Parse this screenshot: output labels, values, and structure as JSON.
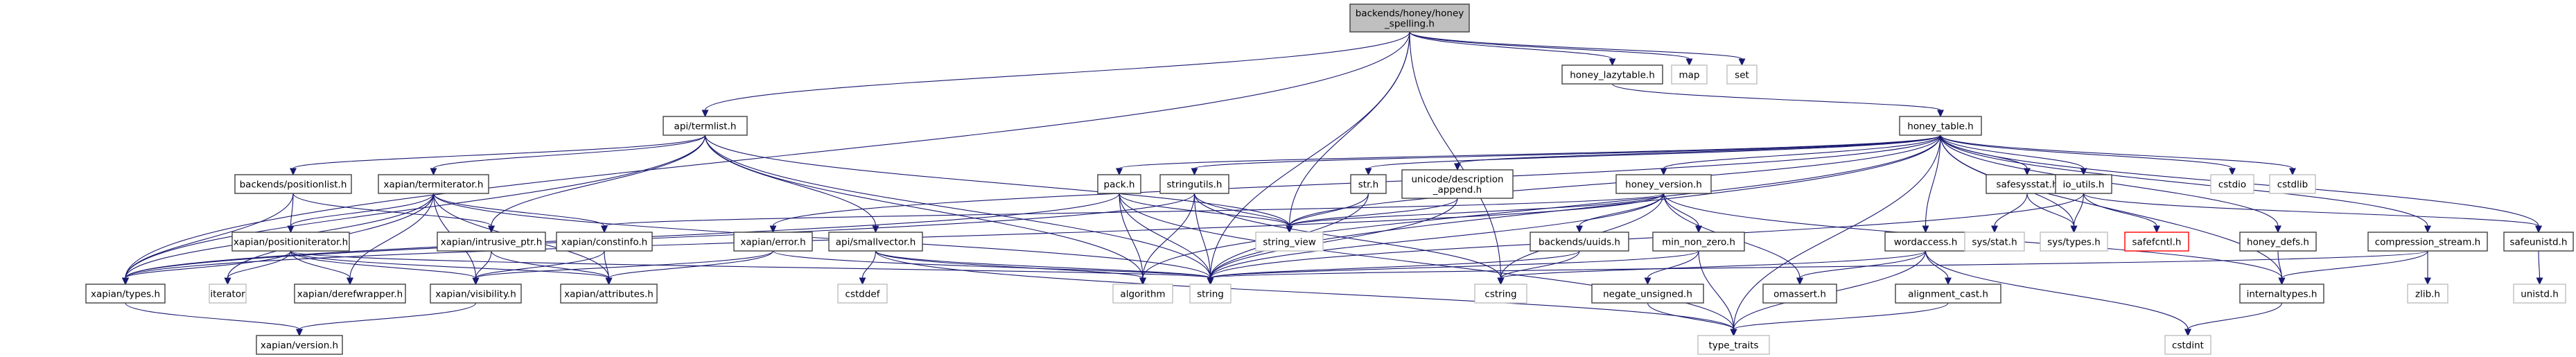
{
  "title": "Include dependency graph for backends/honey/honey_spelling.h",
  "colors": {
    "edge": "#191970",
    "root_fill": "#bfbfbf",
    "node_border": "#404040",
    "external_border": "#bfbfbf",
    "missing_border": "#ff0000"
  },
  "nodes": [
    {
      "id": "root",
      "label": [
        "backends/honey/honey",
        "_spelling.h"
      ],
      "kind": "root"
    },
    {
      "id": "honey_lazytable",
      "label": [
        "honey_lazytable.h"
      ],
      "kind": "internal"
    },
    {
      "id": "map",
      "label": [
        "map"
      ],
      "kind": "external"
    },
    {
      "id": "set",
      "label": [
        "set"
      ],
      "kind": "external"
    },
    {
      "id": "termlist",
      "label": [
        "api/termlist.h"
      ],
      "kind": "internal"
    },
    {
      "id": "honey_table",
      "label": [
        "honey_table.h"
      ],
      "kind": "internal"
    },
    {
      "id": "positionlist",
      "label": [
        "backends/positionlist.h"
      ],
      "kind": "internal"
    },
    {
      "id": "termiterator",
      "label": [
        "xapian/termiterator.h"
      ],
      "kind": "internal"
    },
    {
      "id": "pack",
      "label": [
        "pack.h"
      ],
      "kind": "internal"
    },
    {
      "id": "stringutils",
      "label": [
        "stringutils.h"
      ],
      "kind": "internal"
    },
    {
      "id": "str",
      "label": [
        "str.h"
      ],
      "kind": "internal"
    },
    {
      "id": "unicode_desc",
      "label": [
        "unicode/description",
        "_append.h"
      ],
      "kind": "internal"
    },
    {
      "id": "honey_version",
      "label": [
        "honey_version.h"
      ],
      "kind": "internal"
    },
    {
      "id": "safesysstat",
      "label": [
        "safesysstat.h"
      ],
      "kind": "internal"
    },
    {
      "id": "io_utils",
      "label": [
        "io_utils.h"
      ],
      "kind": "internal"
    },
    {
      "id": "cstdio",
      "label": [
        "cstdio"
      ],
      "kind": "external"
    },
    {
      "id": "cstdlib",
      "label": [
        "cstdlib"
      ],
      "kind": "external"
    },
    {
      "id": "positioniterator",
      "label": [
        "xapian/positioniterator.h"
      ],
      "kind": "internal"
    },
    {
      "id": "intrusive_ptr",
      "label": [
        "xapian/intrusive_ptr.h"
      ],
      "kind": "internal"
    },
    {
      "id": "constinfo",
      "label": [
        "xapian/constinfo.h"
      ],
      "kind": "internal"
    },
    {
      "id": "error",
      "label": [
        "xapian/error.h"
      ],
      "kind": "internal"
    },
    {
      "id": "smallvector",
      "label": [
        "api/smallvector.h"
      ],
      "kind": "internal"
    },
    {
      "id": "string_view",
      "label": [
        "string_view"
      ],
      "kind": "external"
    },
    {
      "id": "uuids",
      "label": [
        "backends/uuids.h"
      ],
      "kind": "internal"
    },
    {
      "id": "min_non_zero",
      "label": [
        "min_non_zero.h"
      ],
      "kind": "internal"
    },
    {
      "id": "wordaccess",
      "label": [
        "wordaccess.h"
      ],
      "kind": "internal"
    },
    {
      "id": "sys_stat",
      "label": [
        "sys/stat.h"
      ],
      "kind": "external"
    },
    {
      "id": "sys_types",
      "label": [
        "sys/types.h"
      ],
      "kind": "external"
    },
    {
      "id": "safefcntl",
      "label": [
        "safefcntl.h"
      ],
      "kind": "missing"
    },
    {
      "id": "honey_defs",
      "label": [
        "honey_defs.h"
      ],
      "kind": "internal"
    },
    {
      "id": "compression_stream",
      "label": [
        "compression_stream.h"
      ],
      "kind": "internal"
    },
    {
      "id": "safeunistd",
      "label": [
        "safeunistd.h"
      ],
      "kind": "internal"
    },
    {
      "id": "xapian_types",
      "label": [
        "xapian/types.h"
      ],
      "kind": "internal"
    },
    {
      "id": "iterator",
      "label": [
        "iterator"
      ],
      "kind": "external"
    },
    {
      "id": "derefwrapper",
      "label": [
        "xapian/derefwrapper.h"
      ],
      "kind": "internal"
    },
    {
      "id": "visibility",
      "label": [
        "xapian/visibility.h"
      ],
      "kind": "internal"
    },
    {
      "id": "attributes",
      "label": [
        "xapian/attributes.h"
      ],
      "kind": "internal"
    },
    {
      "id": "cstddef",
      "label": [
        "cstddef"
      ],
      "kind": "external"
    },
    {
      "id": "algorithm",
      "label": [
        "algorithm"
      ],
      "kind": "external"
    },
    {
      "id": "string",
      "label": [
        "string"
      ],
      "kind": "external"
    },
    {
      "id": "cstring",
      "label": [
        "cstring"
      ],
      "kind": "external"
    },
    {
      "id": "negate_unsigned",
      "label": [
        "negate_unsigned.h"
      ],
      "kind": "internal"
    },
    {
      "id": "omassert",
      "label": [
        "omassert.h"
      ],
      "kind": "internal"
    },
    {
      "id": "alignment_cast",
      "label": [
        "alignment_cast.h"
      ],
      "kind": "internal"
    },
    {
      "id": "internaltypes",
      "label": [
        "internaltypes.h"
      ],
      "kind": "internal"
    },
    {
      "id": "zlib",
      "label": [
        "zlib.h"
      ],
      "kind": "external"
    },
    {
      "id": "unistd",
      "label": [
        "unistd.h"
      ],
      "kind": "external"
    },
    {
      "id": "xapian_version",
      "label": [
        "xapian/version.h"
      ],
      "kind": "internal"
    },
    {
      "id": "type_traits",
      "label": [
        "type_traits"
      ],
      "kind": "external"
    },
    {
      "id": "cstdint",
      "label": [
        "cstdint"
      ],
      "kind": "external"
    }
  ],
  "edges": [
    [
      "root",
      "honey_lazytable"
    ],
    [
      "root",
      "map"
    ],
    [
      "root",
      "set"
    ],
    [
      "root",
      "termlist"
    ],
    [
      "root",
      "xapian_types"
    ],
    [
      "root",
      "string_view"
    ],
    [
      "root",
      "string"
    ],
    [
      "root",
      "cstring"
    ],
    [
      "honey_lazytable",
      "honey_table"
    ],
    [
      "termlist",
      "positionlist"
    ],
    [
      "termlist",
      "termiterator"
    ],
    [
      "termlist",
      "intrusive_ptr"
    ],
    [
      "termlist",
      "smallvector"
    ],
    [
      "termlist",
      "xapian_types"
    ],
    [
      "termlist",
      "string_view"
    ],
    [
      "termlist",
      "string"
    ],
    [
      "termlist",
      "algorithm"
    ],
    [
      "positionlist",
      "positioniterator"
    ],
    [
      "positionlist",
      "intrusive_ptr"
    ],
    [
      "positionlist",
      "xapian_types"
    ],
    [
      "termiterator",
      "positioniterator"
    ],
    [
      "termiterator",
      "derefwrapper"
    ],
    [
      "termiterator",
      "visibility"
    ],
    [
      "termiterator",
      "attributes"
    ],
    [
      "termiterator",
      "xapian_types"
    ],
    [
      "termiterator",
      "iterator"
    ],
    [
      "termiterator",
      "string"
    ],
    [
      "termiterator",
      "constinfo"
    ],
    [
      "positioniterator",
      "xapian_types"
    ],
    [
      "positioniterator",
      "iterator"
    ],
    [
      "positioniterator",
      "derefwrapper"
    ],
    [
      "positioniterator",
      "visibility"
    ],
    [
      "positioniterator",
      "attributes"
    ],
    [
      "positioniterator",
      "string"
    ],
    [
      "intrusive_ptr",
      "visibility"
    ],
    [
      "intrusive_ptr",
      "attributes"
    ],
    [
      "constinfo",
      "visibility"
    ],
    [
      "constinfo",
      "attributes"
    ],
    [
      "error",
      "visibility"
    ],
    [
      "error",
      "attributes"
    ],
    [
      "error",
      "string"
    ],
    [
      "smallvector",
      "cstddef"
    ],
    [
      "smallvector",
      "algorithm"
    ],
    [
      "smallvector",
      "string"
    ],
    [
      "smallvector",
      "type_traits"
    ],
    [
      "xapian_types",
      "xapian_version"
    ],
    [
      "visibility",
      "xapian_version"
    ],
    [
      "honey_table",
      "pack"
    ],
    [
      "honey_table",
      "stringutils"
    ],
    [
      "honey_table",
      "str"
    ],
    [
      "honey_table",
      "unicode_desc"
    ],
    [
      "honey_table",
      "honey_version"
    ],
    [
      "honey_table",
      "safesysstat"
    ],
    [
      "honey_table",
      "io_utils"
    ],
    [
      "honey_table",
      "cstdio"
    ],
    [
      "honey_table",
      "cstdlib"
    ],
    [
      "honey_table",
      "wordaccess"
    ],
    [
      "honey_table",
      "honey_defs"
    ],
    [
      "honey_table",
      "compression_stream"
    ],
    [
      "honey_table",
      "safeunistd"
    ],
    [
      "honey_table",
      "internaltypes"
    ],
    [
      "honey_table",
      "error"
    ],
    [
      "honey_table",
      "string_view"
    ],
    [
      "honey_table",
      "algorithm"
    ],
    [
      "honey_table",
      "string"
    ],
    [
      "honey_table",
      "sys_types"
    ],
    [
      "honey_table",
      "type_traits"
    ],
    [
      "pack",
      "string_view"
    ],
    [
      "pack",
      "string"
    ],
    [
      "pack",
      "algorithm"
    ],
    [
      "pack",
      "type_traits"
    ],
    [
      "pack",
      "xapian_types"
    ],
    [
      "stringutils",
      "string_view"
    ],
    [
      "stringutils",
      "string"
    ],
    [
      "stringutils",
      "algorithm"
    ],
    [
      "stringutils",
      "cstring"
    ],
    [
      "stringutils",
      "xapian_types"
    ],
    [
      "str",
      "string_view"
    ],
    [
      "str",
      "string"
    ],
    [
      "unicode_desc",
      "string_view"
    ],
    [
      "unicode_desc",
      "string"
    ],
    [
      "honey_version",
      "uuids"
    ],
    [
      "honey_version",
      "min_non_zero"
    ],
    [
      "honey_version",
      "omassert"
    ],
    [
      "honey_version",
      "string"
    ],
    [
      "honey_version",
      "string_view"
    ],
    [
      "honey_version",
      "internaltypes"
    ],
    [
      "honey_version",
      "xapian_types"
    ],
    [
      "honey_version",
      "constinfo"
    ],
    [
      "honey_version",
      "cstring"
    ],
    [
      "uuids",
      "cstring"
    ],
    [
      "uuids",
      "string"
    ],
    [
      "min_non_zero",
      "negate_unsigned"
    ],
    [
      "min_non_zero",
      "type_traits"
    ],
    [
      "min_non_zero",
      "string"
    ],
    [
      "negate_unsigned",
      "type_traits"
    ],
    [
      "wordaccess",
      "omassert"
    ],
    [
      "wordaccess",
      "alignment_cast"
    ],
    [
      "wordaccess",
      "type_traits"
    ],
    [
      "wordaccess",
      "cstdint"
    ],
    [
      "wordaccess",
      "cstring"
    ],
    [
      "alignment_cast",
      "type_traits"
    ],
    [
      "safesysstat",
      "sys_stat"
    ],
    [
      "safesysstat",
      "sys_types"
    ],
    [
      "io_utils",
      "sys_types"
    ],
    [
      "io_utils",
      "safefcntl"
    ],
    [
      "io_utils",
      "safeunistd"
    ],
    [
      "io_utils",
      "string"
    ],
    [
      "honey_defs",
      "internaltypes"
    ],
    [
      "compression_stream",
      "internaltypes"
    ],
    [
      "compression_stream",
      "zlib"
    ],
    [
      "compression_stream",
      "string"
    ],
    [
      "safeunistd",
      "unistd"
    ],
    [
      "internaltypes",
      "cstdint"
    ]
  ]
}
